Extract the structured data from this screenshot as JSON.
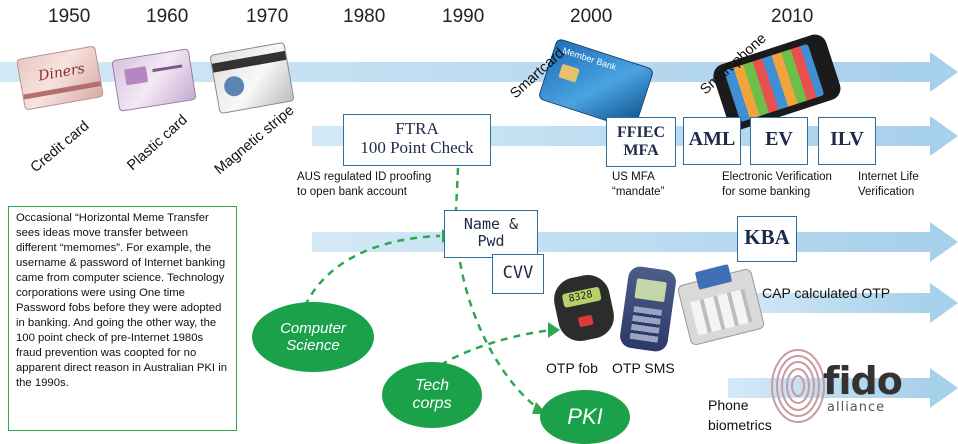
{
  "years": [
    "1950",
    "1960",
    "1970",
    "1980",
    "1990",
    "2000",
    "2010"
  ],
  "cards": {
    "credit": "Credit card",
    "plastic": "Plastic card",
    "magnetic": "Magnetic stripe",
    "smartcard": "Smartcard",
    "smartphone": "Smart phone",
    "credit_card_brand": "Diners",
    "smartcard_brand": "Member Bank"
  },
  "boxes": {
    "ftra_line1": "FTRA",
    "ftra_line2": "100 Point Check",
    "ffiec_line1": "FFIEC",
    "ffiec_line2": "MFA",
    "aml": "AML",
    "ev": "EV",
    "ilv": "ILV",
    "name_pwd_line1": "Name &",
    "name_pwd_line2": "Pwd",
    "cvv": "CVV",
    "kba": "KBA"
  },
  "notes": {
    "aus_line1": "AUS regulated ID proofing",
    "aus_line2": "to open bank account",
    "us_mfa_line1": "US  MFA",
    "us_mfa_line2": "“mandate”",
    "ev_line1": "Electronic Verification",
    "ev_line2": "for some banking",
    "ilv_line1": "Internet Life",
    "ilv_line2": "Verification",
    "cap": "CAP calculated OTP",
    "otp_fob": "OTP fob",
    "otp_sms": "OTP SMS",
    "phone_line1": "Phone",
    "phone_line2": "biometrics",
    "fob_display": "8328"
  },
  "ovals": {
    "cs_line1": "Computer",
    "cs_line2": "Science",
    "tech_line1": "Tech",
    "tech_line2": "corps",
    "pki": "PKI"
  },
  "fido": {
    "word": "fido",
    "sub": "alliance"
  },
  "explanation": "Occasional “Horizontal Meme Transfer sees ideas move transfer between different “memomes”. For example, the username & password of Internet banking came from  computer science. Technology corporations  were using One time Password fobs before they were adopted in banking.  And going the other way, the 100 point check of pre-Internet 1980s fraud prevention was coopted for no apparent direct reason in Australian PKI in the  1990s.",
  "colors": {
    "arrow_light": "#bcdcf0",
    "arrow_mid": "#a9d2ec",
    "box_border": "#2b6fa0",
    "green": "#1aa14a",
    "dash_green": "#2ea84f"
  }
}
